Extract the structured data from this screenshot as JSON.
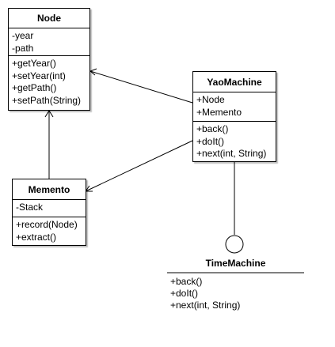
{
  "diagram": {
    "node": {
      "name": "Node",
      "attributes": [
        "-year",
        "-path"
      ],
      "operations": [
        "+getYear()",
        "+setYear(int)",
        "+getPath()",
        "+setPath(String)"
      ]
    },
    "yaomachine": {
      "name": "YaoMachine",
      "attributes": [
        "+Node",
        "+Memento"
      ],
      "operations": [
        "+back()",
        "+doIt()",
        "+next(int, String)"
      ]
    },
    "memento": {
      "name": "Memento",
      "attributes": [
        "-Stack"
      ],
      "operations": [
        "+record(Node)",
        "+extract()"
      ]
    },
    "timemachine": {
      "name": "TimeMachine",
      "operations": [
        "+back()",
        "+doIt()",
        "+next(int, String)"
      ]
    },
    "colors": {
      "line": "#000000",
      "box_fill": "#ffffff"
    }
  }
}
